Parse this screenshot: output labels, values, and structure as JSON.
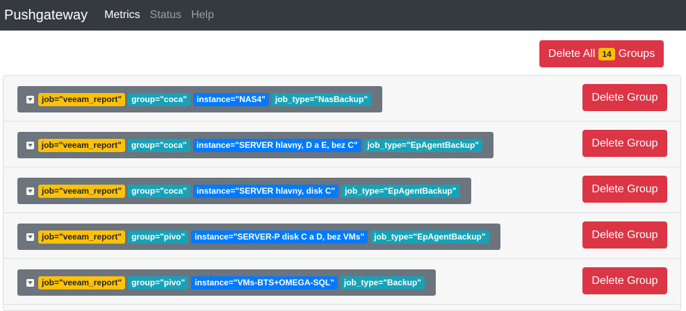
{
  "navbar": {
    "brand": "Pushgateway",
    "links": [
      "Metrics",
      "Status",
      "Help"
    ],
    "active": "Metrics"
  },
  "actions": {
    "delete_all_prefix": "Delete All",
    "group_count": "14",
    "delete_all_suffix": "Groups"
  },
  "groups": [
    {
      "job": "job=\"veeam_report\"",
      "group": "group=\"coca\"",
      "instance": "instance=\"NAS4\"",
      "job_type": "job_type=\"NasBackup\"",
      "delete_label": "Delete Group"
    },
    {
      "job": "job=\"veeam_report\"",
      "group": "group=\"coca\"",
      "instance": "instance=\"SERVER hlavny, D a E, bez C\"",
      "job_type": "job_type=\"EpAgentBackup\"",
      "delete_label": "Delete Group"
    },
    {
      "job": "job=\"veeam_report\"",
      "group": "group=\"coca\"",
      "instance": "instance=\"SERVER hlavny, disk C\"",
      "job_type": "job_type=\"EpAgentBackup\"",
      "delete_label": "Delete Group"
    },
    {
      "job": "job=\"veeam_report\"",
      "group": "group=\"pivo\"",
      "instance": "instance=\"SERVER-P disk C a D, bez VMs\"",
      "job_type": "job_type=\"EpAgentBackup\"",
      "delete_label": "Delete Group"
    },
    {
      "job": "job=\"veeam_report\"",
      "group": "group=\"pivo\"",
      "instance": "instance=\"VMs-BTS+OMEGA-SQL\"",
      "job_type": "job_type=\"Backup\"",
      "delete_label": "Delete Group"
    }
  ],
  "icons": {
    "expand": "caret-down-square-icon"
  },
  "colors": {
    "navbar": "#343a40",
    "danger": "#dc3545",
    "warning": "#ffc107",
    "info": "#17a2b8",
    "primary": "#007bff",
    "secondary": "#6c757d"
  }
}
